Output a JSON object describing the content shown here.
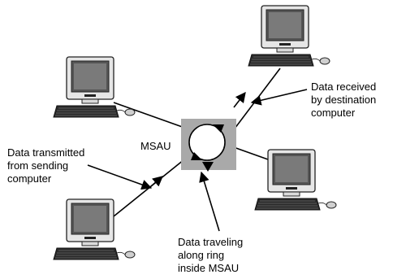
{
  "center_label": "MSAU",
  "callouts": {
    "received": [
      "Data received",
      "by destination",
      "computer"
    ],
    "transmitted": [
      "Data transmitted",
      "from sending",
      "computer"
    ],
    "traveling": [
      "Data traveling",
      "along ring",
      "inside MSAU"
    ]
  },
  "nodes": [
    "computer-top-left",
    "computer-top-right",
    "computer-bottom-right",
    "computer-bottom-left"
  ]
}
